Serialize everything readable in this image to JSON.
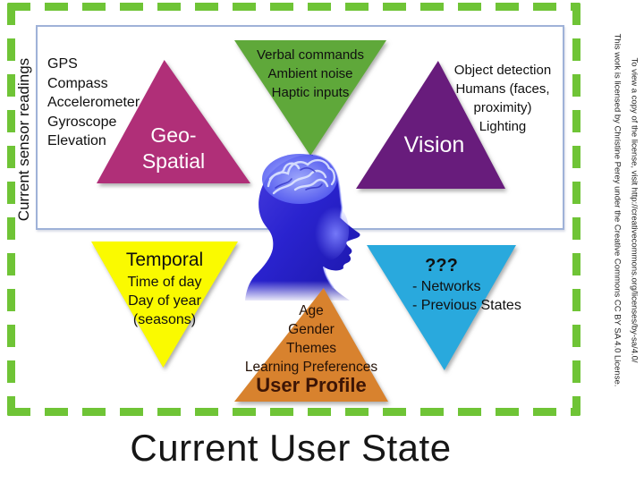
{
  "slide": {
    "title": "Current User State",
    "left_axis_label": "Current sensor readings",
    "license": {
      "line1": "This work is licensed by Christine Perey under the Creative Commons CC BY SA 4.0 License.",
      "line2": "To view a copy of the license, visit http://creativecommons.org/licenses/by-sa/4.0/"
    },
    "center_image": "blue-human-head-profile-with-brain"
  },
  "sensor_box": {
    "items": [
      "GPS",
      "Compass",
      "Accelerometer",
      "Gyroscope",
      "Elevation"
    ]
  },
  "triangles": {
    "geo_spatial": {
      "label_line1": "Geo-",
      "label_line2": "Spatial",
      "color": "#b02f78",
      "orientation": "up"
    },
    "audio_inputs": {
      "lines": [
        "Verbal commands",
        "Ambient noise",
        "Haptic inputs"
      ],
      "color": "#5fa83a",
      "orientation": "down"
    },
    "vision": {
      "label": "Vision",
      "annotations": [
        "Object detection",
        "Humans (faces,",
        "proximity)",
        "Lighting"
      ],
      "color": "#681c7c",
      "orientation": "up"
    },
    "temporal": {
      "title": "Temporal",
      "lines": [
        "Time of day",
        "Day of year",
        "(seasons)"
      ],
      "color": "#fafa00",
      "orientation": "down"
    },
    "user_profile": {
      "lines": [
        "Age",
        "Gender",
        "Themes",
        "Learning Preferences"
      ],
      "title": "User Profile",
      "color": "#d8822e",
      "orientation": "up"
    },
    "unknown": {
      "title": "???",
      "lines": [
        "- Networks",
        "- Previous States"
      ],
      "color": "#29a9dd",
      "orientation": "down"
    }
  },
  "frame": {
    "dash_color": "#6fc436",
    "inner_box_border_color": "#9fb2d8"
  }
}
